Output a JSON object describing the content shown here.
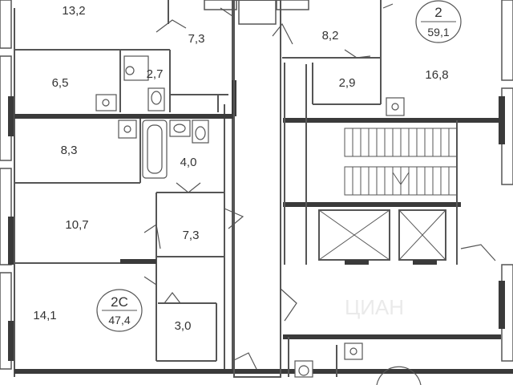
{
  "rooms": {
    "r1": "13,2",
    "r2": "7,3",
    "r3": "8,2",
    "r4": "6,5",
    "r5": "2,7",
    "r6": "2,9",
    "r7": "16,8",
    "r8": "8,3",
    "r9": "4,0",
    "r10": "10,7",
    "r11": "7,3",
    "r12": "14,1",
    "r13": "3,0"
  },
  "apartments": {
    "a1": {
      "name": "2",
      "area": "59,1"
    },
    "a2": {
      "name": "2С",
      "area": "47,4"
    }
  },
  "watermark": "ЦИАН",
  "colors": {
    "wall": "#3a3a3a",
    "line": "#555555",
    "text": "#333333",
    "background": "#ffffff"
  }
}
